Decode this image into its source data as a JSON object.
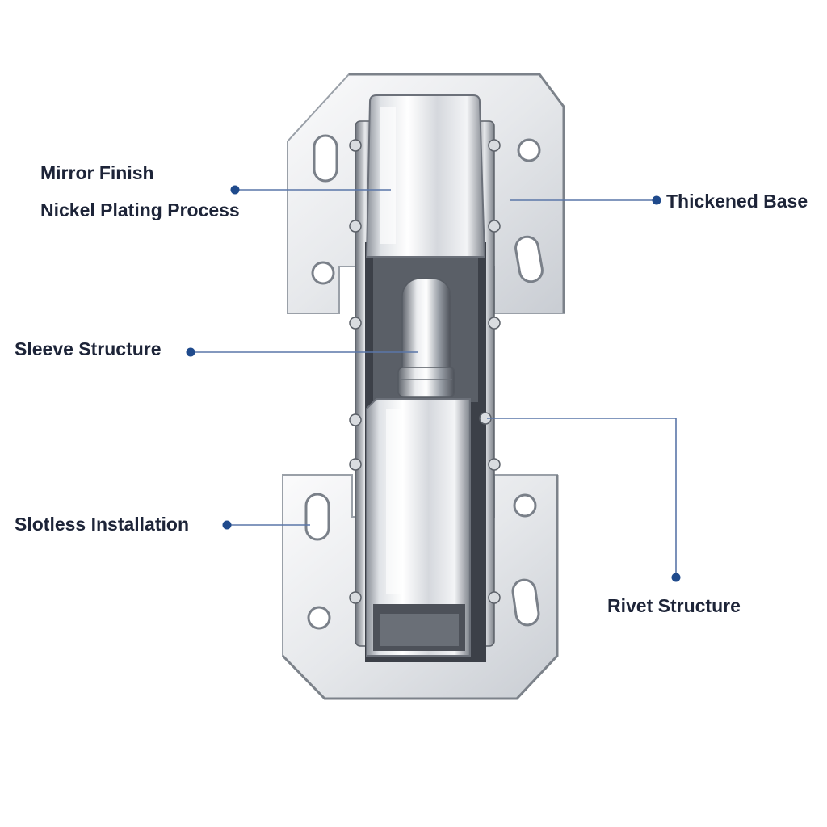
{
  "labels": {
    "mirror_finish": "Mirror Finish",
    "nickel_plating": "Nickel Plating Process",
    "thickened_base": "Thickened Base",
    "sleeve_structure": "Sleeve Structure",
    "slotless_installation": "Slotless Installation",
    "rivet_structure": "Rivet Structure"
  },
  "colors": {
    "label_text": "#1d2438",
    "callout_line": "#5a76a8",
    "callout_dot": "#1f4a8c",
    "metal_light": "#f4f5f7",
    "metal_mid": "#c4c8cf",
    "metal_dark": "#6e737b"
  }
}
